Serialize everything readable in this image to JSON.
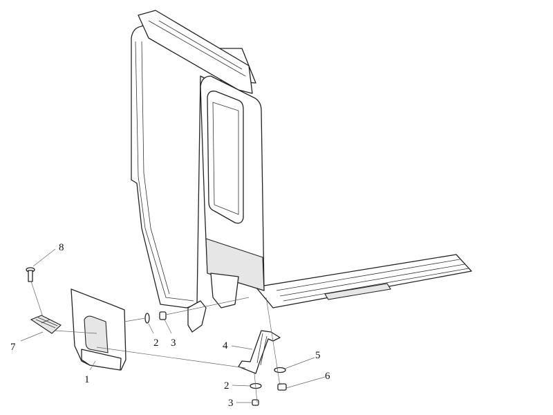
{
  "diagram": {
    "type": "exploded-parts-diagram",
    "callouts": [
      {
        "id": "c8",
        "label": "8"
      },
      {
        "id": "c7",
        "label": "7"
      },
      {
        "id": "c1",
        "label": "1"
      },
      {
        "id": "c2a",
        "label": "2"
      },
      {
        "id": "c3a",
        "label": "3"
      },
      {
        "id": "c4",
        "label": "4"
      },
      {
        "id": "c5",
        "label": "5"
      },
      {
        "id": "c6",
        "label": "6"
      },
      {
        "id": "c2b",
        "label": "2"
      },
      {
        "id": "c3b",
        "label": "3"
      }
    ]
  }
}
